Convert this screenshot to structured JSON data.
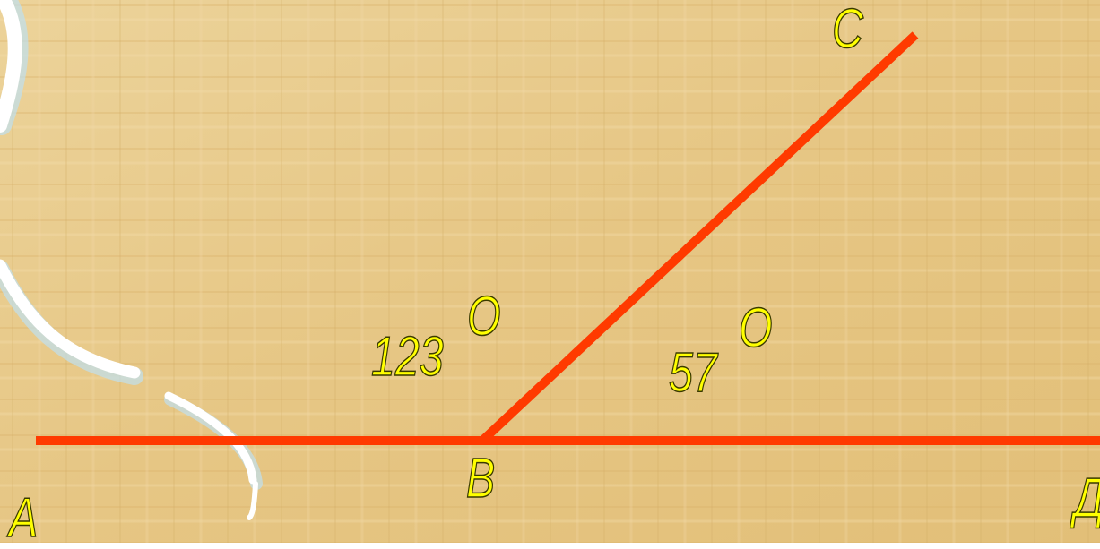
{
  "colors": {
    "background": "#e8c98a",
    "ray": "#ff3a00",
    "label_fill": "#ffff00",
    "label_outline": "#3a3a00",
    "decor_stroke": "#ffffff",
    "decor_shadow": "#bfe0f0"
  },
  "points": {
    "a": "A",
    "b": "B",
    "c": "C",
    "d": "Д"
  },
  "angles": {
    "abc_value": "123",
    "abc_degree": "O",
    "cbd_value": "57",
    "cbd_degree": "O"
  }
}
